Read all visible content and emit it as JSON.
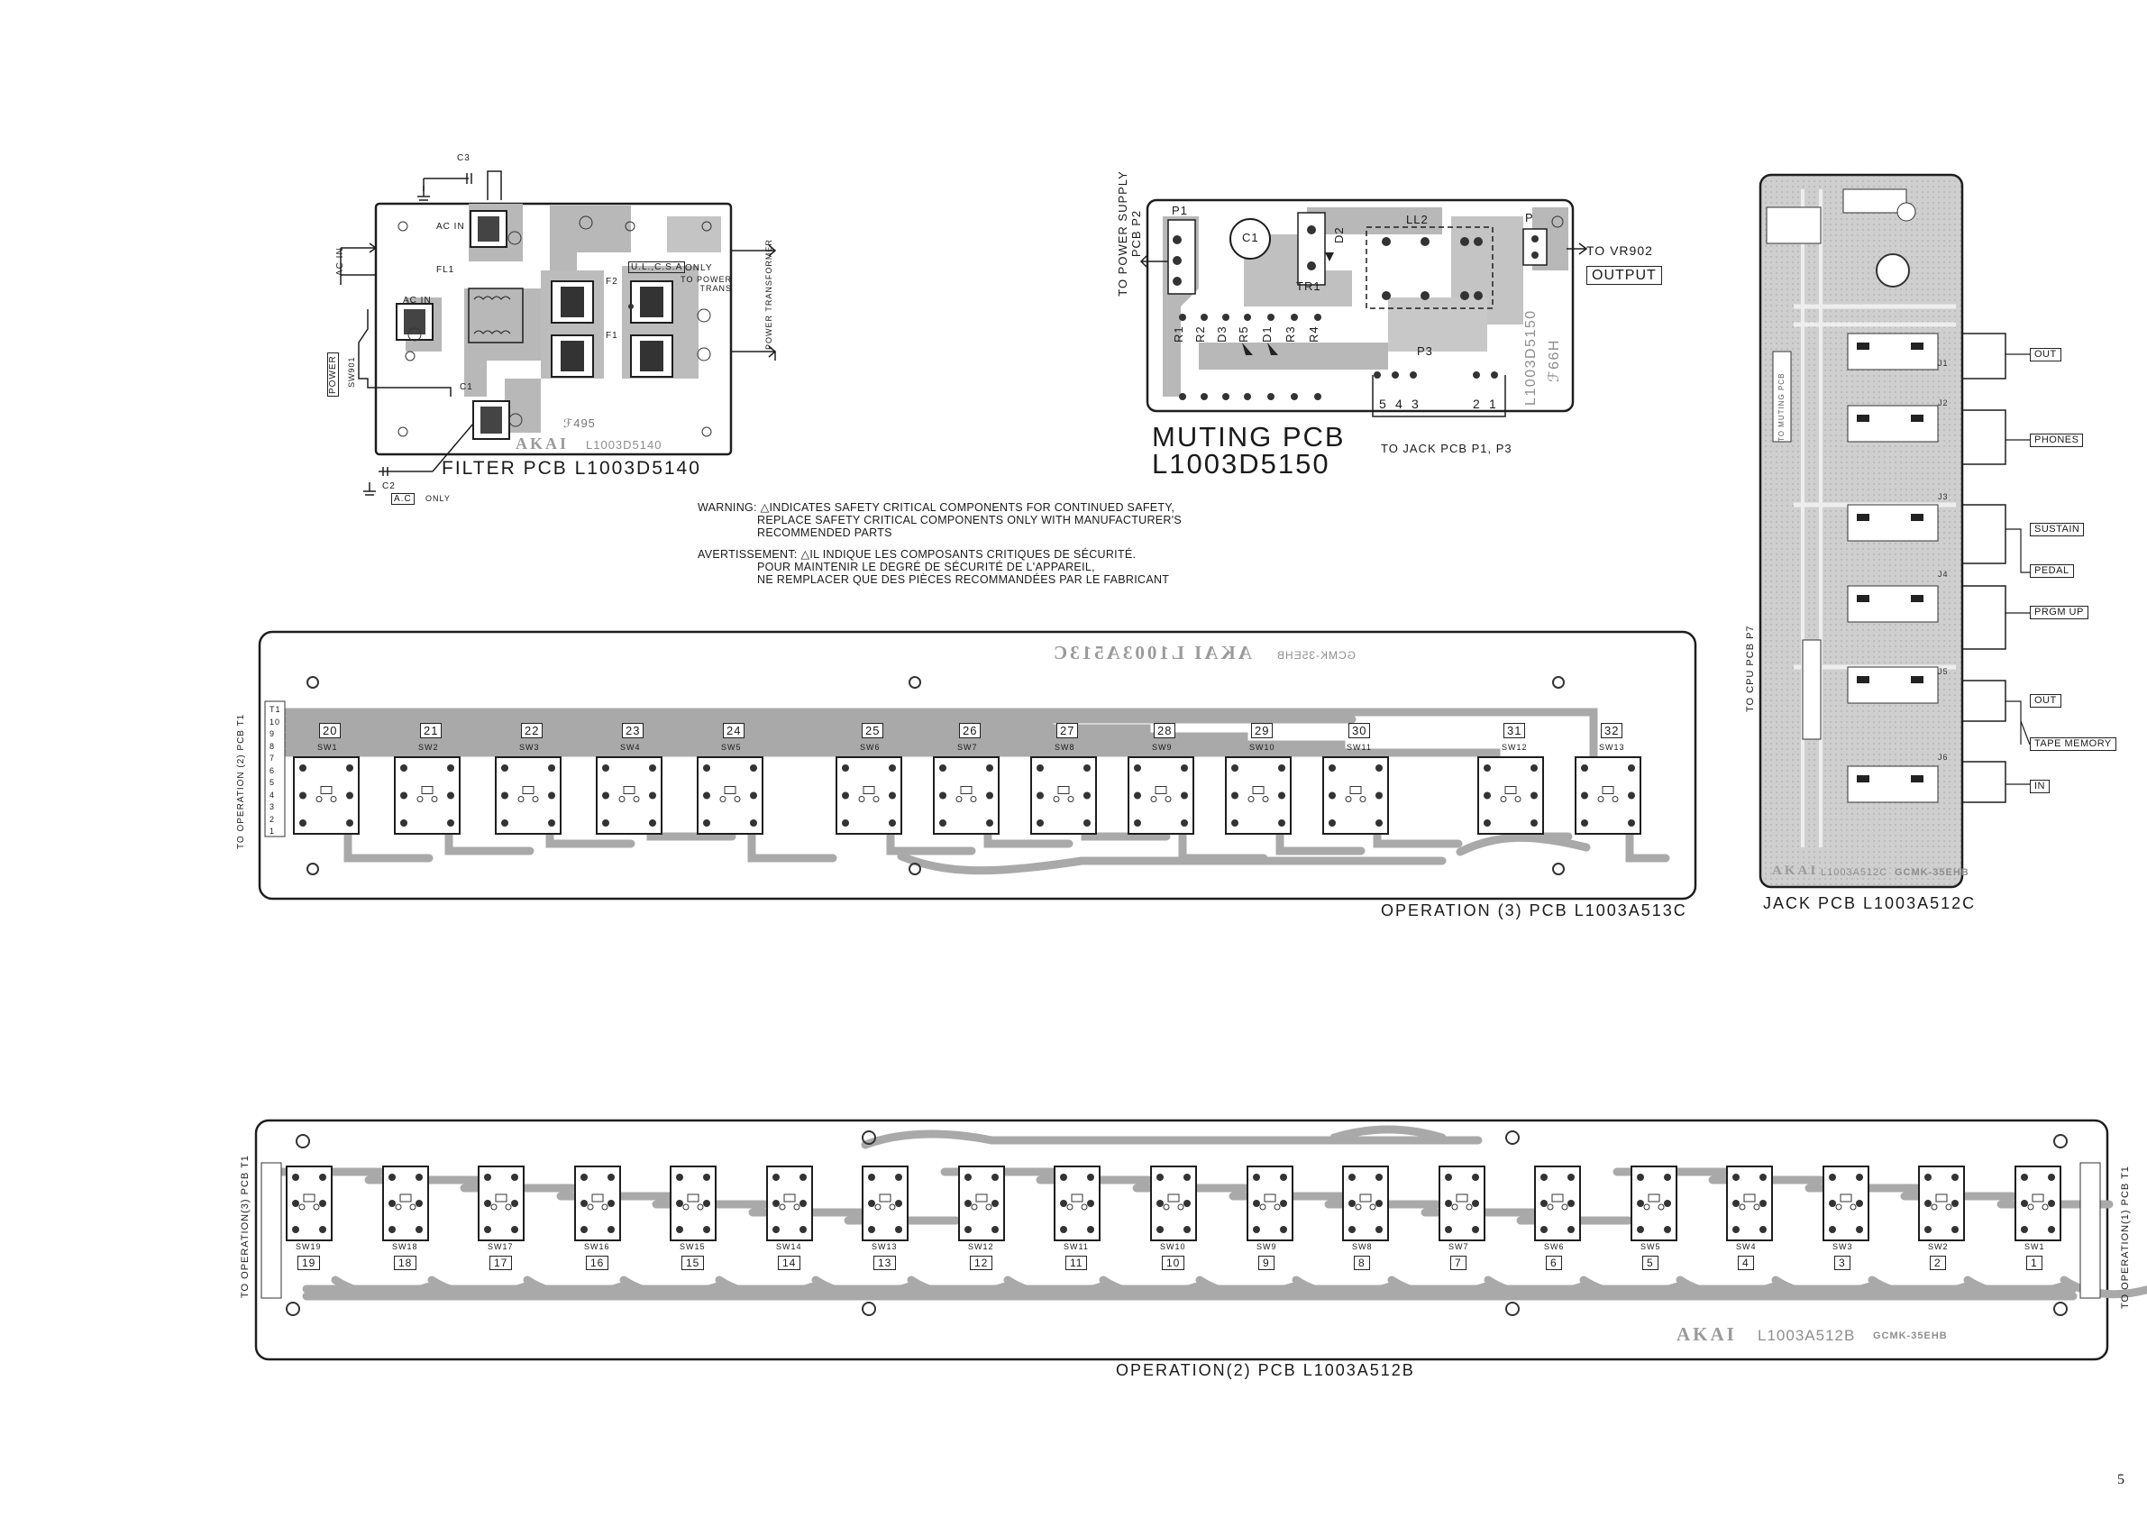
{
  "filter_pcb": {
    "caption": "FILTER PCB L1003D5140",
    "brand": "AKAI",
    "part_number": "L1003D5140",
    "code": "ℱ495",
    "labels": {
      "ac_in_left": "AC IN",
      "ac_in_top": "AC IN",
      "ac_in_inner": "AC IN",
      "fl1": "FL1",
      "c3": "C3",
      "c1": "C1",
      "c2": "C2",
      "f1": "F1",
      "f2": "F2",
      "ul_csa": "U.L.,C.S.A",
      "only1": "ONLY",
      "to_power_trans": "TO POWER TRANS",
      "power_transformer": "POWER TRANSFORMER",
      "power": "POWER",
      "sw901": "SW901",
      "ac_label": "A.C",
      "only2": "ONLY"
    }
  },
  "muting_pcb": {
    "caption_line1": "MUTING PCB",
    "caption_line2": "L1003D5150",
    "to_power_supply": "TO POWER SUPPLY PCB P2",
    "to_vr902": "TO VR902",
    "output": "OUTPUT",
    "to_jack_pcb": "TO JACK PCB P1, P3",
    "part_number": "L1003D5150",
    "code": "ℱ66H",
    "components": [
      "P1",
      "C1",
      "TR1",
      "D2",
      "LL2",
      "P",
      "R1",
      "R2",
      "D3",
      "R5",
      "D1",
      "R3",
      "R4",
      "P3"
    ],
    "p3_pins": [
      "5",
      "4",
      "3",
      "2",
      "1"
    ]
  },
  "warning": {
    "en_1": "WARNING: △INDICATES SAFETY CRITICAL COMPONENTS FOR CONTINUED SAFETY,",
    "en_2": "REPLACE SAFETY CRITICAL COMPONENTS ONLY WITH MANUFACTURER'S",
    "en_3": "RECOMMENDED PARTS",
    "fr_1": "AVERTISSEMENT: △IL INDIQUE LES COMPOSANTS CRITIQUES DE SÉCURITÉ.",
    "fr_2": "POUR MAINTENIR LE DEGRÉ DE SÉCURITÉ DE L'APPAREIL,",
    "fr_3": "NE REMPLACER QUE DES PIÈCES RECOMMANDÉES PAR LE FABRICANT"
  },
  "jack_pcb": {
    "caption": "JACK PCB L1003A512C",
    "brand": "AKAI",
    "part_number": "L1003A512C",
    "code": "GCMK-35EHB",
    "to_cpu": "TO CPU PCB P7",
    "to_muting": "TO MUTING PCB",
    "labels": [
      "OUT",
      "PHONES",
      "SUSTAIN",
      "PEDAL",
      "PRGM UP",
      "OUT",
      "TAPE MEMORY",
      "IN"
    ],
    "jacks": [
      "J1",
      "J2",
      "J3",
      "J4",
      "J5",
      "J6"
    ]
  },
  "operation3_pcb": {
    "caption": "OPERATION (3) PCB L1003A513C",
    "mirrored_brand": "AKAI L1003A513C",
    "mirrored_code": "GCMK-35EHB",
    "to_op2": "TO OPERATION (2) PCB T1",
    "switches": [
      {
        "num": "20",
        "sw": "SW1"
      },
      {
        "num": "21",
        "sw": "SW2"
      },
      {
        "num": "22",
        "sw": "SW3"
      },
      {
        "num": "23",
        "sw": "SW4"
      },
      {
        "num": "24",
        "sw": "SW5"
      },
      {
        "num": "25",
        "sw": "SW6"
      },
      {
        "num": "26",
        "sw": "SW7"
      },
      {
        "num": "27",
        "sw": "SW8"
      },
      {
        "num": "28",
        "sw": "SW9"
      },
      {
        "num": "29",
        "sw": "SW10"
      },
      {
        "num": "30",
        "sw": "SW11"
      },
      {
        "num": "31",
        "sw": "SW12"
      },
      {
        "num": "32",
        "sw": "SW13"
      }
    ],
    "pins": [
      "T1",
      "10",
      "9",
      "8",
      "7",
      "6",
      "5",
      "4",
      "3",
      "2",
      "1"
    ]
  },
  "operation2_pcb": {
    "caption": "OPERATION(2) PCB L1003A512B",
    "brand": "AKAI",
    "part_number": "L1003A512B",
    "code": "GCMK-35EHB",
    "to_op3": "TO OPERATION(3) PCB T1",
    "to_op1": "TO OPERATION(1) PCB T1",
    "switches": [
      {
        "num": "19",
        "sw": "SW19"
      },
      {
        "num": "18",
        "sw": "SW18"
      },
      {
        "num": "17",
        "sw": "SW17"
      },
      {
        "num": "16",
        "sw": "SW16"
      },
      {
        "num": "15",
        "sw": "SW15"
      },
      {
        "num": "14",
        "sw": "SW14"
      },
      {
        "num": "13",
        "sw": "SW13"
      },
      {
        "num": "12",
        "sw": "SW12"
      },
      {
        "num": "11",
        "sw": "SW11"
      },
      {
        "num": "10",
        "sw": "SW10"
      },
      {
        "num": "9",
        "sw": "SW9"
      },
      {
        "num": "8",
        "sw": "SW8"
      },
      {
        "num": "7",
        "sw": "SW7"
      },
      {
        "num": "6",
        "sw": "SW6"
      },
      {
        "num": "5",
        "sw": "SW5"
      },
      {
        "num": "4",
        "sw": "SW4"
      },
      {
        "num": "3",
        "sw": "SW3"
      },
      {
        "num": "2",
        "sw": "SW2"
      },
      {
        "num": "1",
        "sw": "SW1"
      }
    ]
  },
  "page_number": "5",
  "colors": {
    "trace": "#a9a9a9",
    "trace_light": "#c7c7c7",
    "outline": "#1e1e1e",
    "board": "#ffffff",
    "jack_board": "#d8d8d8"
  }
}
